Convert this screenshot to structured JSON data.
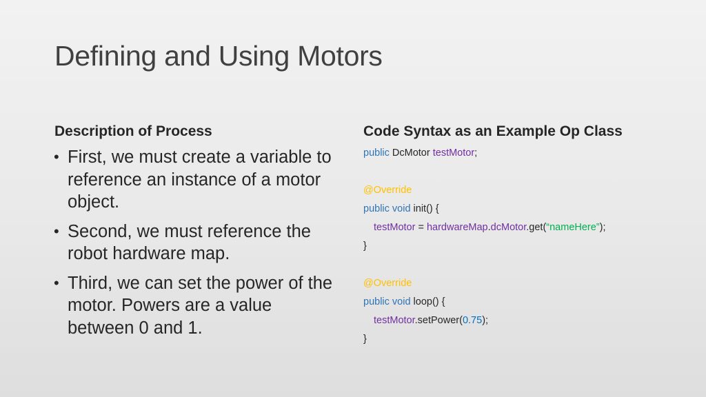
{
  "slide": {
    "title": "Defining and Using Motors"
  },
  "left": {
    "heading": "Description of Process",
    "bullets": [
      {
        "bullet_symbol": "•",
        "text": "First, we must create a variable to reference an instance of a motor object."
      },
      {
        "bullet_symbol": "•",
        "text": "Second, we must reference the robot hardware map."
      },
      {
        "bullet_symbol": "•",
        "text": "Third, we can set the power of the motor. Powers are a value between 0 and 1."
      }
    ]
  },
  "right": {
    "heading": "Code Syntax as an Example Op Class",
    "code": {
      "l1": {
        "kw": "public",
        "type": " DcMotor ",
        "var": "testMotor",
        "end": ";"
      },
      "l3": {
        "ann": "@Override"
      },
      "l4": {
        "kw": "public void",
        "sig": " init()   {"
      },
      "l5": {
        "var1": "testMotor",
        "eq": " = ",
        "var2": "hardwareMap",
        "dot": ".",
        "var3": "dcMotor",
        "get": ".get(",
        "str": "“nameHere”",
        "end": ");"
      },
      "l6": {
        "brace": "}"
      },
      "l8": {
        "ann": "@Override"
      },
      "l9": {
        "kw": "public void",
        "sig": " loop()   {"
      },
      "l10": {
        "var": "testMotor",
        "call": ".setPower(",
        "num": "0.75",
        "end": ");"
      },
      "l11": {
        "brace": "}"
      }
    }
  },
  "colors": {
    "keyword": "#2e74b5",
    "variable": "#7030a0",
    "annotation": "#ffc000",
    "string": "#00b050",
    "number": "#0070c0"
  }
}
